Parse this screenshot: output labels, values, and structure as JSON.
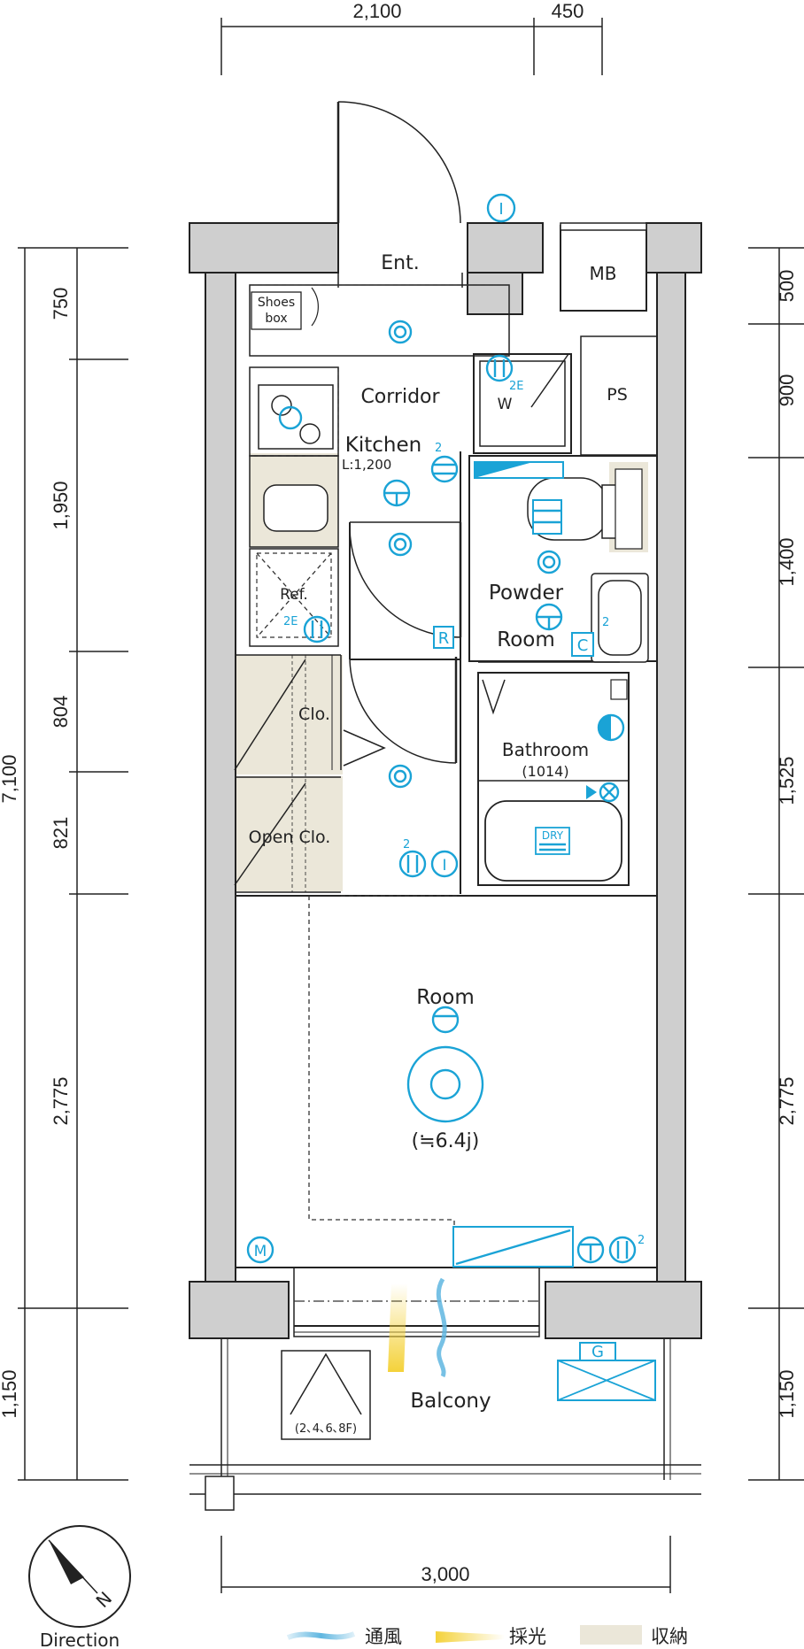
{
  "dimensions": {
    "top": [
      "2,100",
      "450"
    ],
    "bottom": "3,000",
    "left_total": "7,100",
    "left": [
      "750",
      "1,950",
      "804",
      "821",
      "2,775",
      "1,150"
    ],
    "right": [
      "500",
      "900",
      "1,400",
      "1,525",
      "2,775",
      "1,150"
    ]
  },
  "rooms": {
    "entrance": "Ent.",
    "mb": "MB",
    "shoes_box_line1": "Shoes",
    "shoes_box_line2": "box",
    "corridor": "Corridor",
    "kitchen": "Kitchen",
    "kitchen_length": "L:1,200",
    "w": "W",
    "ps": "PS",
    "refrigerator": "Ref.",
    "powder_room_line1": "Powder",
    "powder_room_line2": "Room",
    "closet": "Clo.",
    "open_closet": "Open Clo.",
    "bathroom": "Bathroom",
    "bathroom_size": "(1014)",
    "dry": "DRY",
    "room": "Room",
    "room_area": "(≒6.4j)",
    "balcony": "Balcony",
    "hatch_floors": "(2､4､6､8F)"
  },
  "symbols": {
    "intercom": "I",
    "multimedia": "M",
    "refrigerator_outlet": "R",
    "gas": "G",
    "two": "2",
    "two_e": "2E",
    "c": "C"
  },
  "compass": {
    "label": "Direction",
    "north": "N"
  },
  "legend": [
    {
      "key": "ventilation",
      "label": "通風"
    },
    {
      "key": "daylight",
      "label": "採光"
    },
    {
      "key": "storage",
      "label": "収納"
    }
  ],
  "colors": {
    "symbol": "#1aa3d6",
    "wall": "#cfcfcf",
    "storage": "#ebe7d9",
    "daylight": "#f4d23a"
  }
}
